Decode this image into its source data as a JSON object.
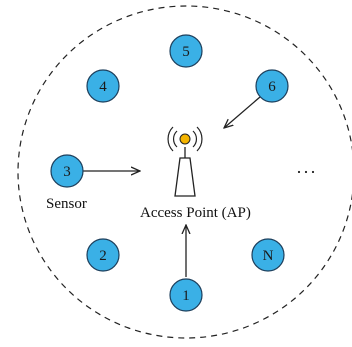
{
  "diagram": {
    "access_point_label": "Access Point (AP)",
    "sensor_label": "Sensor",
    "more_indicator": "···",
    "nodes": [
      {
        "id": "1",
        "label": "1"
      },
      {
        "id": "2",
        "label": "2"
      },
      {
        "id": "3",
        "label": "3"
      },
      {
        "id": "4",
        "label": "4"
      },
      {
        "id": "5",
        "label": "5"
      },
      {
        "id": "6",
        "label": "6"
      },
      {
        "id": "N",
        "label": "N"
      }
    ],
    "colors": {
      "node_fill": "#3ab0e6",
      "node_stroke": "#1d3f5c",
      "antenna_dot": "#f4b400",
      "line": "#222222"
    }
  }
}
